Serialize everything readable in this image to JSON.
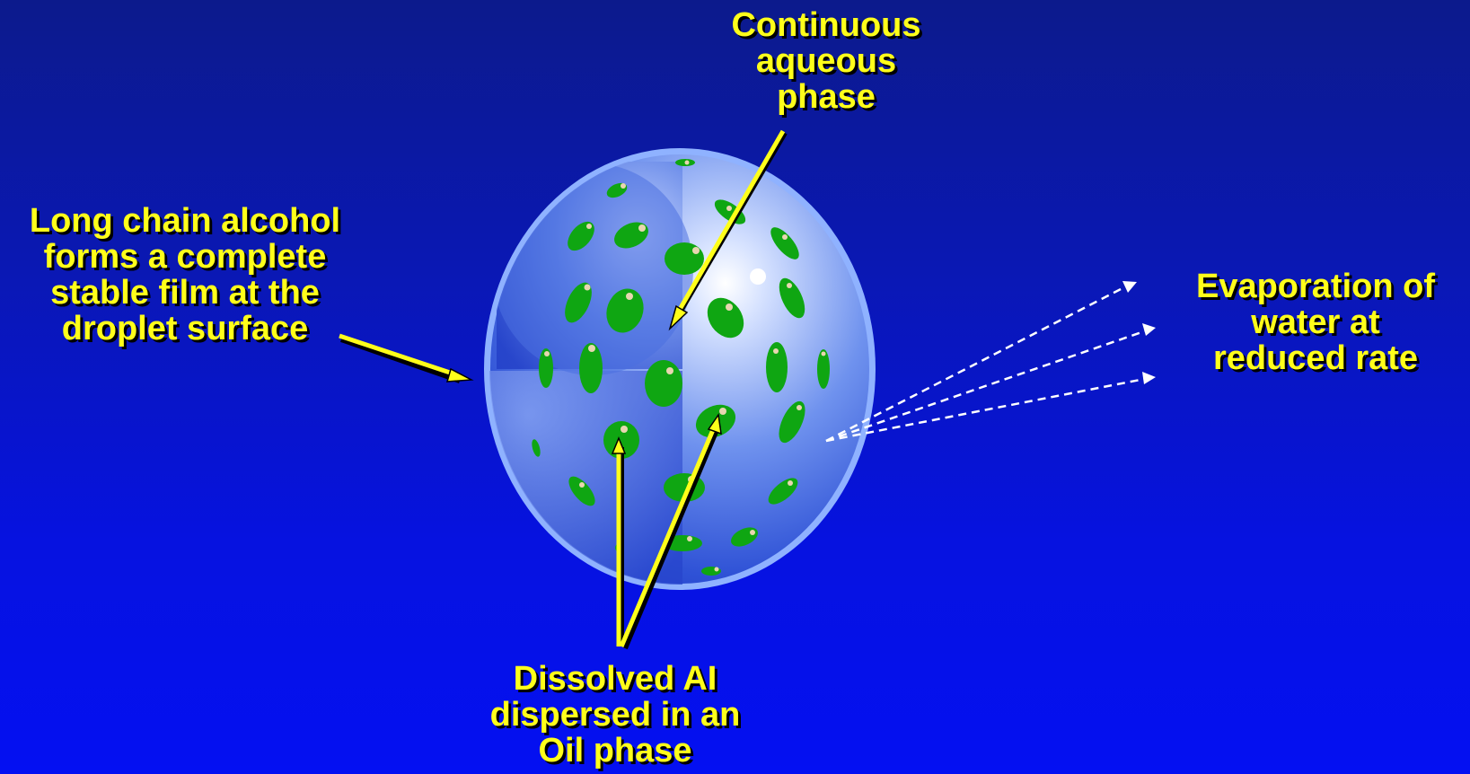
{
  "labels": {
    "aqueous": [
      "Continuous",
      "aqueous",
      "phase"
    ],
    "alcohol": [
      "Long chain alcohol",
      "forms a complete",
      "stable film at the",
      "droplet surface"
    ],
    "evaporation": [
      "Evaporation of",
      "water at",
      "reduced rate"
    ],
    "oil": [
      "Dissolved AI",
      "dispersed in an",
      "Oil phase"
    ]
  },
  "colors": {
    "label_text": "#ffff1a",
    "droplet_green": "#0fa612",
    "film": "#8fb2ff"
  }
}
